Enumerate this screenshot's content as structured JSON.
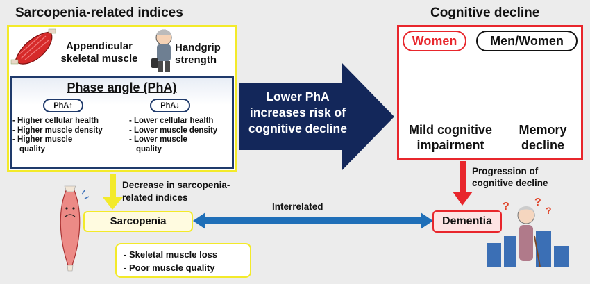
{
  "left_title": "Sarcopenia-related indices",
  "right_title": "Cognitive decline",
  "appendicular": "Appendicular skeletal muscle",
  "handgrip": "Handgrip strength",
  "pha_title": "Phase angle (PhA)",
  "pha_up": "PhA↑",
  "pha_down": "PhA↓",
  "higher_list": [
    "- Higher cellular health",
    "- Higher muscle density",
    "- Higher muscle",
    "  quality"
  ],
  "lower_list": [
    "- Lower cellular health",
    "- Lower muscle density",
    "- Lower muscle",
    "  quality"
  ],
  "arrow_text": [
    "Lower PhA",
    "increases risk of",
    "cognitive decline"
  ],
  "women": "Women",
  "men_women": "Men/Women",
  "mci": [
    "Mild cognitive",
    "impairment"
  ],
  "memory": [
    "Memory",
    "decline"
  ],
  "progression": [
    "Progression of",
    "cognitive decline"
  ],
  "decrease": [
    "Decrease in sarcopenia-",
    "related indices"
  ],
  "interrelated": "Interrelated",
  "sarcopenia": "Sarcopenia",
  "dementia": "Dementia",
  "sarc_features": [
    "- Skeletal muscle loss",
    "- Poor muscle quality"
  ]
}
